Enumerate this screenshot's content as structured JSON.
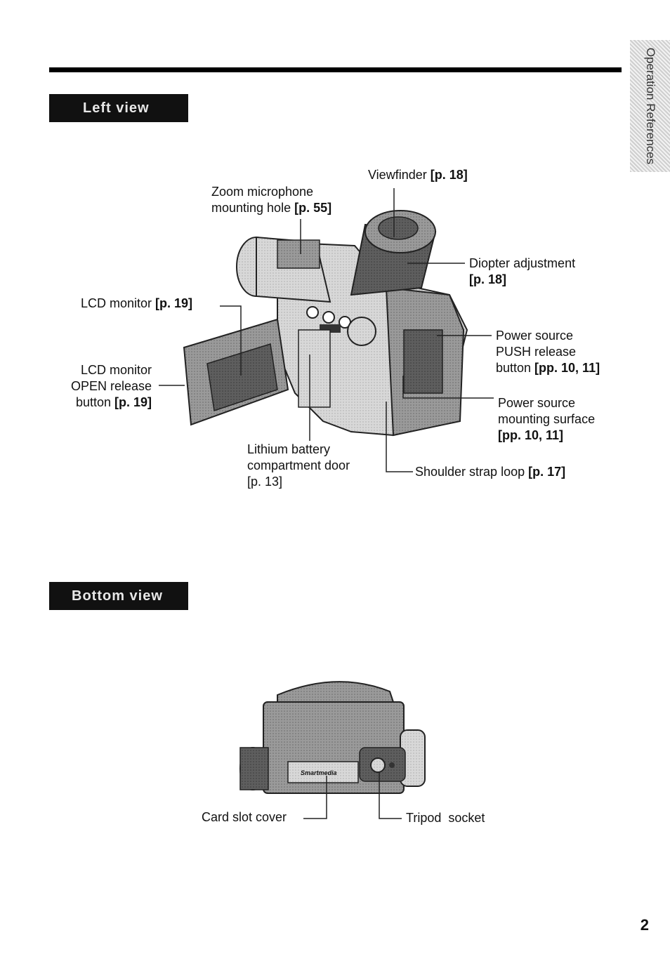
{
  "side_tab": "Operation References",
  "sections": {
    "left_view": "Left view",
    "bottom_view": "Bottom view"
  },
  "left_labels": {
    "viewfinder": {
      "text": "Viewfinder ",
      "ref": "[p. 18]"
    },
    "zoom_mic_1": "Zoom microphone",
    "zoom_mic_2": {
      "text": "mounting hole ",
      "ref": "[p. 55]"
    },
    "diopter_1": "Diopter adjustment",
    "diopter_2": "[p. 18]",
    "lcd_monitor": {
      "text": "LCD monitor ",
      "ref": "[p. 19]"
    },
    "lcd_open_1": "LCD monitor",
    "lcd_open_2": "OPEN release",
    "lcd_open_3": {
      "text": "button ",
      "ref": "[p. 19]"
    },
    "push_1": "Power source",
    "push_2": "PUSH release",
    "push_3": {
      "text": "button ",
      "ref": "[pp. 10, 11]"
    },
    "mount_1": "Power source",
    "mount_2": "mounting surface",
    "mount_3": "[pp. 10, 11]",
    "lithium_1": "Lithium battery",
    "lithium_2": "compartment door",
    "lithium_3": "[p. 13]",
    "shoulder": {
      "text": "Shoulder strap loop ",
      "ref": "[p. 17]"
    }
  },
  "bottom_labels": {
    "card_slot": "Card slot cover",
    "tripod": "Tripod  socket",
    "logo_text": "Smartmedia"
  },
  "page_number": "2"
}
